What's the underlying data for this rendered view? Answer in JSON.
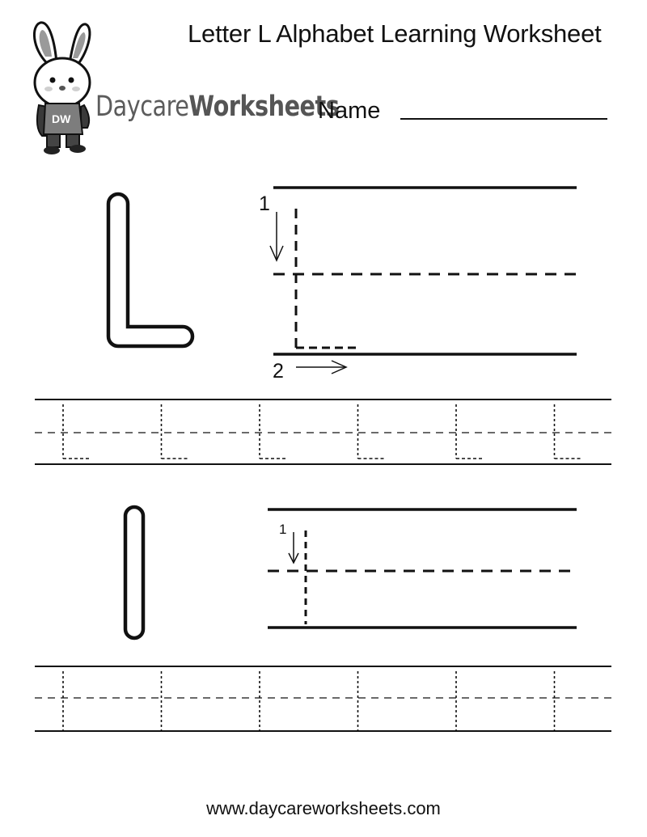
{
  "header": {
    "title": "Letter L Alphabet Learning Worksheet",
    "brand_part1": "Daycare",
    "brand_part2": "Worksheets",
    "logo_badge": "DW",
    "name_label": "Name"
  },
  "uppercase_section": {
    "letter": "L",
    "stroke_1_label": "1",
    "stroke_2_label": "2",
    "practice_repeats": 6
  },
  "lowercase_section": {
    "letter": "l",
    "stroke_1_label": "1",
    "practice_repeats": 6
  },
  "footer": {
    "url": "www.daycareworksheets.com"
  }
}
